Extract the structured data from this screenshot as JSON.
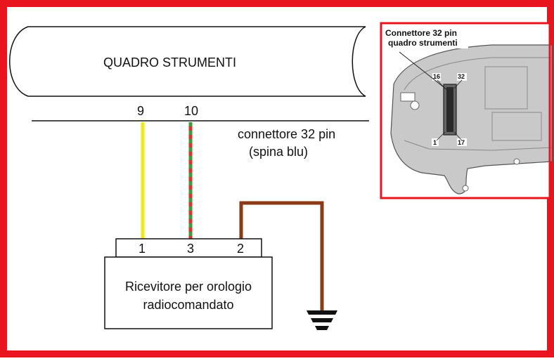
{
  "diagram": {
    "title_box": "QUADRO STRUMENTI",
    "connector_pins": [
      "9",
      "10"
    ],
    "connector_label_line1": "connettore 32 pin",
    "connector_label_line2": "(spina blu)",
    "receiver_pins": [
      "1",
      "3",
      "2"
    ],
    "receiver_label_line1": "Ricevitore per orologio",
    "receiver_label_line2": "radiocomandato",
    "inset_title_line1": "Connettore 32 pin",
    "inset_title_line2": "quadro strumenti",
    "inset_pins": [
      "16",
      "32",
      "1",
      "17"
    ]
  },
  "colors": {
    "frame": "#e8141e",
    "wire_yellow": "#eeea1c",
    "wire_red": "#d8342c",
    "wire_green": "#3f9a3c",
    "wire_brown": "#8a3a16"
  }
}
